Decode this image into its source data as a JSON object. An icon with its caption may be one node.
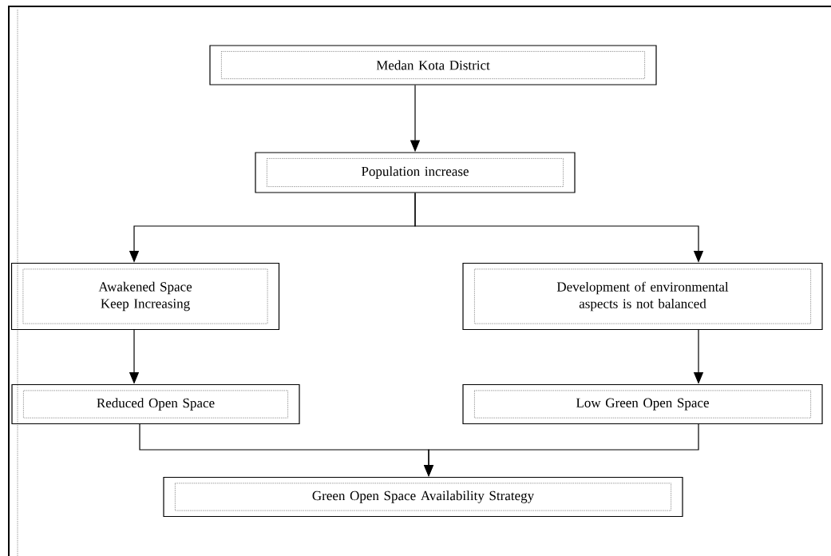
{
  "diagram": {
    "nodes": [
      {
        "text": [
          "Medan Kota District"
        ]
      },
      {
        "text": [
          "Population increase"
        ]
      },
      {
        "text": [
          "Awakened Space Keep Increasing"
        ]
      },
      {
        "text": [
          "Development of environmental aspects is not balanced"
        ]
      },
      {
        "text": [
          "Reduced Open Space"
        ]
      },
      {
        "text": [
          "Low Green Open Space"
        ]
      },
      {
        "text": [
          "Green Open Space Availability Strategy"
        ]
      }
    ],
    "edges": [
      {
        "from": 0,
        "to": 1,
        "arrow": "to"
      },
      {
        "from": 1,
        "to": 2,
        "arrow": "to"
      },
      {
        "from": 1,
        "to": 3,
        "arrow": "to"
      },
      {
        "from": 2,
        "to": 4,
        "arrow": "to"
      },
      {
        "from": 3,
        "to": 5,
        "arrow": "to"
      },
      {
        "from": 4,
        "to": 6,
        "arrow": "to"
      },
      {
        "from": 5,
        "to": 6,
        "arrow": "to"
      }
    ]
  }
}
